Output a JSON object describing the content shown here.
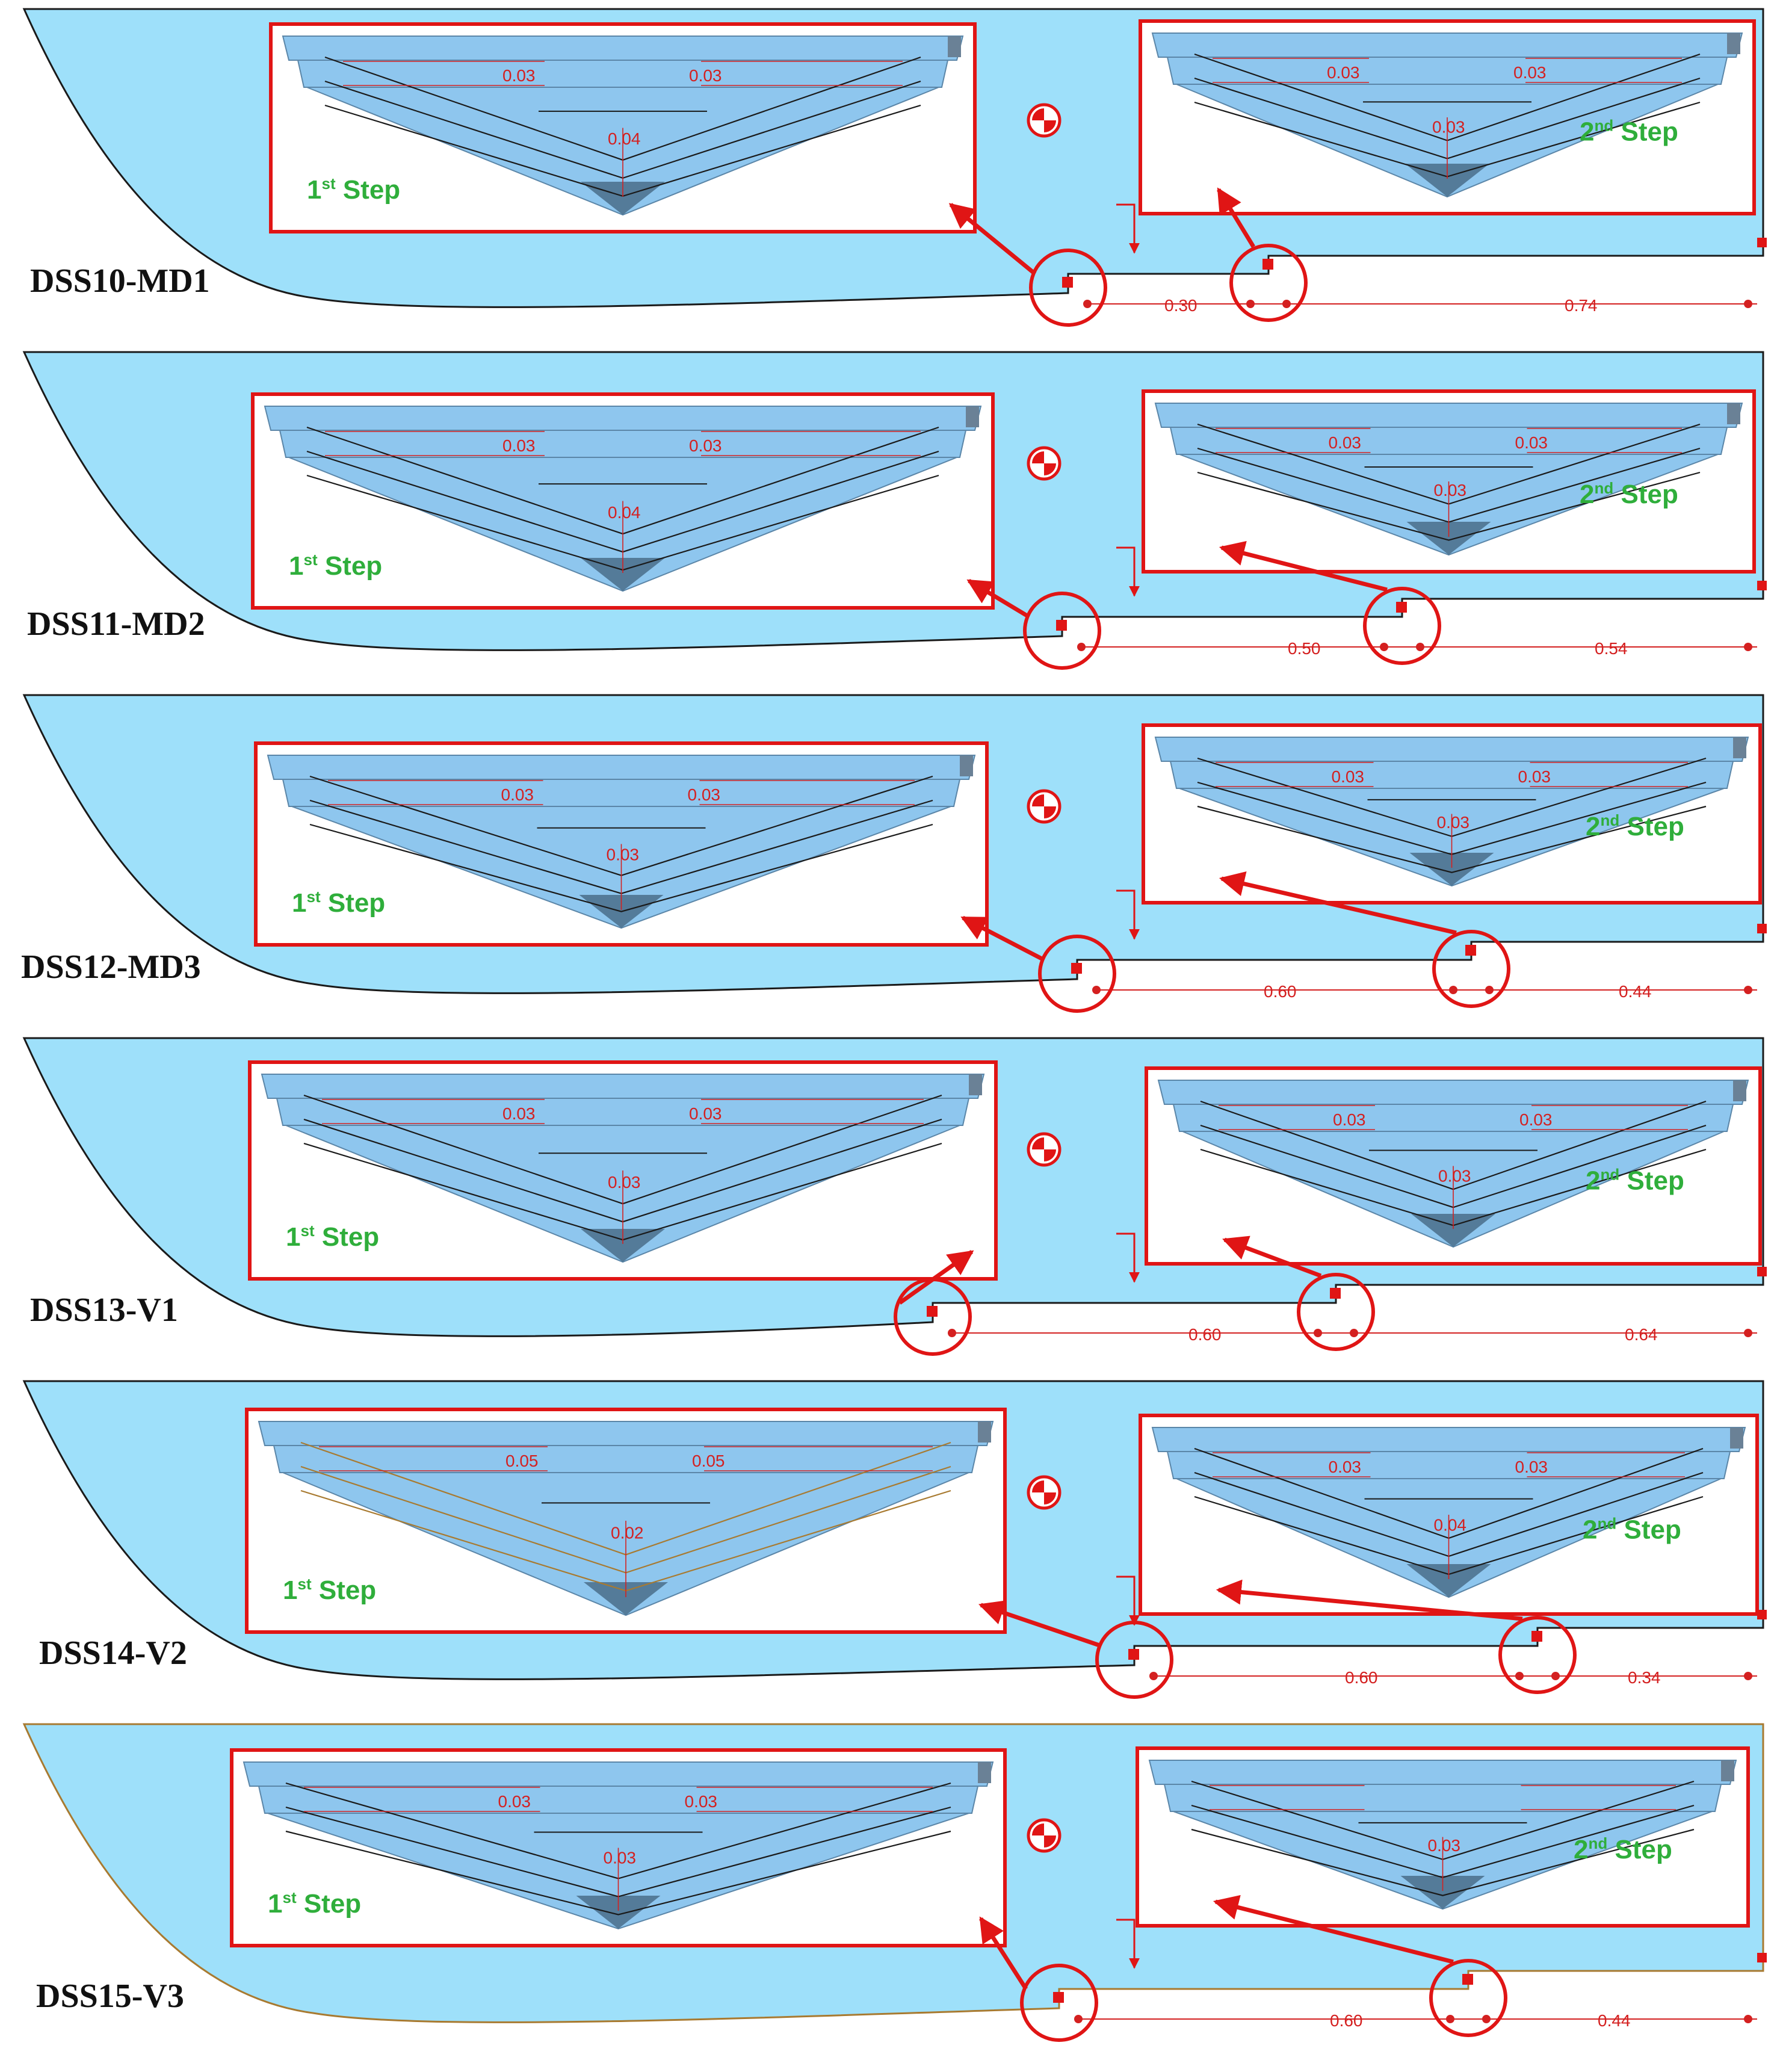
{
  "colors": {
    "hull_fill": "#9ee0fa",
    "inset_fill": "#8ec6ee",
    "inset_dark": "#4a6d8a",
    "red": "#e01515",
    "dim": "#d42020",
    "green": "#2fae3b",
    "line": "#1a1a1a",
    "step_orange": "#a87a30"
  },
  "icons": [
    "center-of-gravity-icon",
    "coordinate-axes-icon"
  ],
  "models": [
    {
      "label": "DSS10-MD1",
      "step1": {
        "prefix": "1",
        "sup": "st",
        "word": " Step",
        "dims": [
          "0.03",
          "0.03",
          "0.04"
        ]
      },
      "step2": {
        "prefix": "2",
        "sup": "nd",
        "word": " Step",
        "dims": [
          "0.03",
          "0.03",
          "0.03"
        ]
      },
      "bottom_dims": [
        "0.30",
        "0.74"
      ]
    },
    {
      "label": "DSS11-MD2",
      "step1": {
        "prefix": "1",
        "sup": "st",
        "word": " Step",
        "dims": [
          "0.03",
          "0.03",
          "0.04"
        ]
      },
      "step2": {
        "prefix": "2",
        "sup": "nd",
        "word": " Step",
        "dims": [
          "0.03",
          "0.03",
          "0.03"
        ]
      },
      "bottom_dims": [
        "0.50",
        "0.54"
      ]
    },
    {
      "label": "DSS12-MD3",
      "step1": {
        "prefix": "1",
        "sup": "st",
        "word": " Step",
        "dims": [
          "0.03",
          "0.03",
          "0.03"
        ]
      },
      "step2": {
        "prefix": "2",
        "sup": "nd",
        "word": " Step",
        "dims": [
          "0.03",
          "0.03",
          "0.03"
        ]
      },
      "bottom_dims": [
        "0.60",
        "0.44"
      ]
    },
    {
      "label": "DSS13-V1",
      "step1": {
        "prefix": "1",
        "sup": "st",
        "word": " Step",
        "dims": [
          "0.03",
          "0.03",
          "0.03"
        ]
      },
      "step2": {
        "prefix": "2",
        "sup": "nd",
        "word": " Step",
        "dims": [
          "0.03",
          "0.03",
          "0.03"
        ]
      },
      "bottom_dims": [
        "0.60",
        "0.64"
      ]
    },
    {
      "label": "DSS14-V2",
      "step1": {
        "prefix": "1",
        "sup": "st",
        "word": " Step",
        "dims": [
          "0.05",
          "0.05",
          "0.02"
        ]
      },
      "step2": {
        "prefix": "2",
        "sup": "nd",
        "word": " Step",
        "dims": [
          "0.03",
          "0.03",
          "0.04"
        ]
      },
      "bottom_dims": [
        "0.60",
        "0.34"
      ]
    },
    {
      "label": "DSS15-V3",
      "step1": {
        "prefix": "1",
        "sup": "st",
        "word": " Step",
        "dims": [
          "0.03",
          "0.03",
          "0.03"
        ]
      },
      "step2": {
        "prefix": "2",
        "sup": "nd",
        "word": " Step",
        "dims": [
          "",
          "",
          "0.03"
        ]
      },
      "bottom_dims": [
        "0.60",
        "0.44"
      ]
    }
  ]
}
